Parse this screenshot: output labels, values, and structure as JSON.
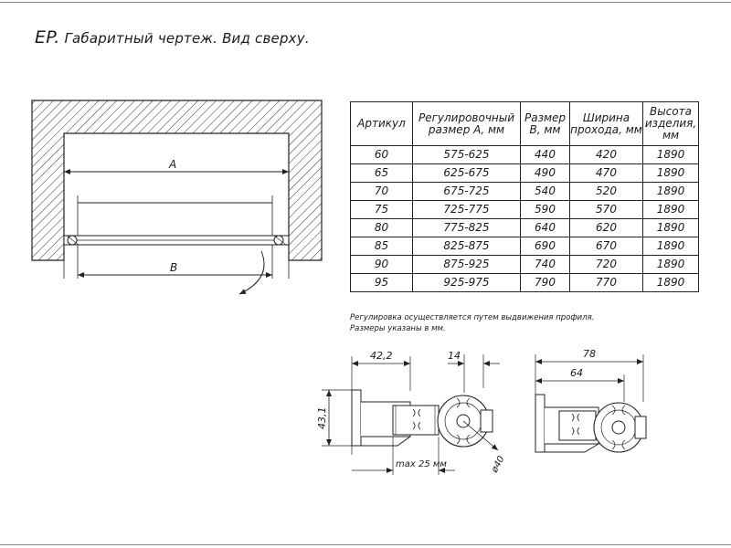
{
  "title": {
    "code": "EP.",
    "text": "Габаритный чертеж. Вид сверху."
  },
  "plan_view": {
    "dim_a": "A",
    "dim_b": "B"
  },
  "table": {
    "headers": [
      "Артикул",
      "Регулировочный размер А, мм",
      "Размер В, мм",
      "Ширина прохода, мм",
      "Высота изделия, мм"
    ],
    "rows": [
      [
        "60",
        "575-625",
        "440",
        "420",
        "1890"
      ],
      [
        "65",
        "625-675",
        "490",
        "470",
        "1890"
      ],
      [
        "70",
        "675-725",
        "540",
        "520",
        "1890"
      ],
      [
        "75",
        "725-775",
        "590",
        "570",
        "1890"
      ],
      [
        "80",
        "775-825",
        "640",
        "620",
        "1890"
      ],
      [
        "85",
        "825-875",
        "690",
        "670",
        "1890"
      ],
      [
        "90",
        "875-925",
        "740",
        "720",
        "1890"
      ],
      [
        "95",
        "925-975",
        "790",
        "770",
        "1890"
      ]
    ]
  },
  "notes": {
    "line1": "Регулировка осуществляется путем выдвижения профиля.",
    "line2": "Размеры указаны в мм."
  },
  "detail_left": {
    "dim_width": "42,2",
    "dim_profile": "14",
    "dim_height": "43,1",
    "dim_max": "max 25 мм",
    "dim_diameter": "ø40"
  },
  "detail_right": {
    "dim_overall": "78",
    "dim_inner": "64"
  }
}
